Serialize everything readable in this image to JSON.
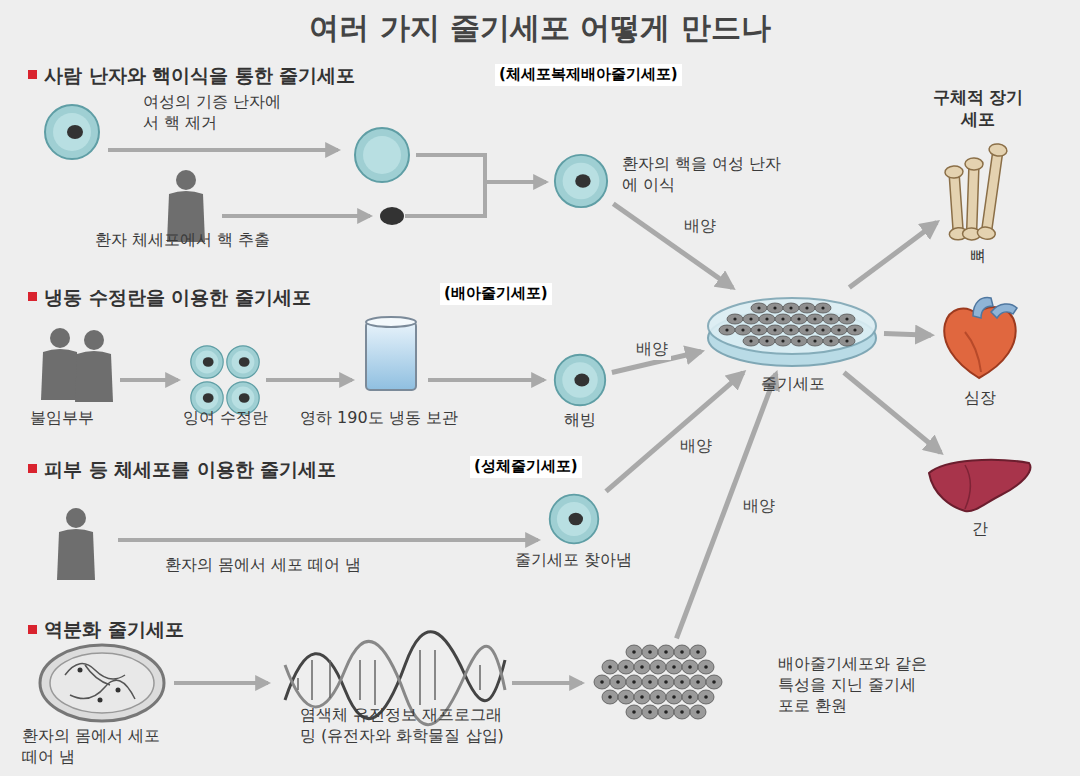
{
  "diagram": {
    "title": "여러 가지 줄기세포 어떻게 만드나",
    "nodes": [
      {
        "text": [
          "환자의 핵을 여성 난자에 이식"
        ]
      },
      {
        "text": [
          "해빙"
        ]
      },
      {
        "text": [
          "줄기세포 찾아냄"
        ]
      },
      {
        "text": [
          "줄기세포"
        ]
      },
      {
        "text": [
          "뼈"
        ]
      },
      {
        "text": [
          "심장"
        ]
      },
      {
        "text": [
          "간"
        ]
      },
      {
        "text": [
          "배아줄기세포와 같은 특성을 지닌 줄기세포로 환원"
        ]
      }
    ],
    "edges": [
      {
        "from": 0,
        "to": 3,
        "arrow": "to",
        "label": "배양"
      },
      {
        "from": 1,
        "to": 3,
        "arrow": "to",
        "label": "배양"
      },
      {
        "from": 2,
        "to": 3,
        "arrow": "to",
        "label": "배양"
      },
      {
        "from": 7,
        "to": 3,
        "arrow": "to",
        "label": "배양"
      },
      {
        "from": 3,
        "to": 4,
        "arrow": "to"
      },
      {
        "from": 3,
        "to": 5,
        "arrow": "to"
      },
      {
        "from": 3,
        "to": 6,
        "arrow": "to"
      }
    ],
    "labels": [
      "사람 난자와 핵이식을 통한 줄기세포",
      "(체세포복제배아줄기세포)",
      "여성의 기증 난자에서 핵 제거",
      "환자 체세포에서 핵 추출",
      "구체적 장기 세포",
      "냉동 수정란을 이용한 줄기세포",
      "(배아줄기세포)",
      "불임부부",
      "잉여 수정란",
      "영하 190도 냉동 보관",
      "피부 등 체세포를 이용한 줄기세포",
      "(성체줄기세포)",
      "환자의 몸에서 세포 떼어 냄",
      "역분화 줄기세포",
      "환자의 몸에서 세포 떼어 냄",
      "염색체 유전정보 재프로그래밍 (유전자와 화학물질 삽입)"
    ]
  }
}
